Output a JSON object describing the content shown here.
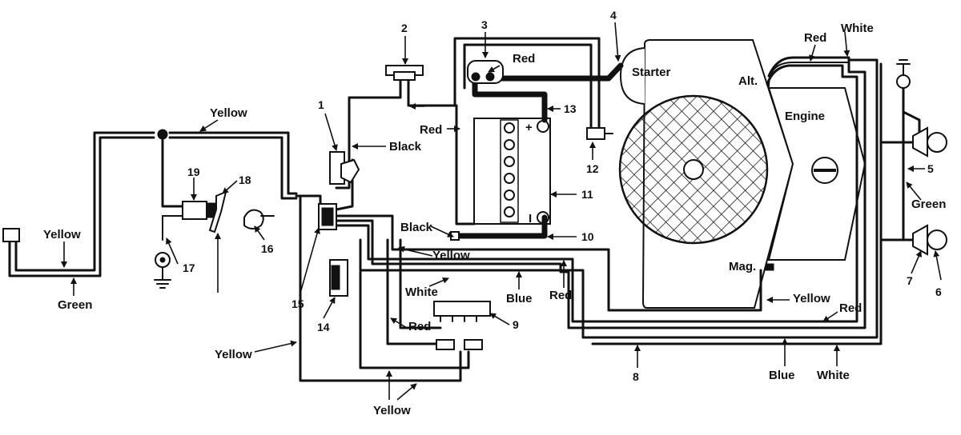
{
  "callouts": {
    "c1": "1",
    "c2": "2",
    "c3": "3",
    "c4": "4",
    "c5": "5",
    "c6": "6",
    "c7": "7",
    "c8": "8",
    "c9": "9",
    "c10": "10",
    "c11": "11",
    "c12": "12",
    "c13": "13",
    "c14": "14",
    "c15": "15",
    "c16": "16",
    "c17": "17",
    "c18": "18",
    "c19": "19"
  },
  "wire_labels": {
    "yellow_top": "Yellow",
    "yellow_left": "Yellow",
    "green_left": "Green",
    "black_switch": "Black",
    "red_left": "Red",
    "red_solenoid": "Red",
    "black_battery": "Black",
    "yellow_mid": "Yellow",
    "white_mid": "White",
    "blue_mid": "Blue",
    "red_mid": "Red",
    "red_lower": "Red",
    "yellow_lower_left": "Yellow",
    "yellow_bottom": "Yellow",
    "yellow_mag": "Yellow",
    "red_right": "Red",
    "blue_bottom": "Blue",
    "white_bottom": "White",
    "red_top_right": "Red",
    "white_top_right": "White",
    "green_right": "Green"
  },
  "engine_labels": {
    "starter": "Starter",
    "alt": "Alt.",
    "engine": "Engine",
    "mag": "Mag."
  },
  "battery_terminals": {
    "positive": "+",
    "negative": "I"
  },
  "colors": {
    "ink": "#111111",
    "paper": "#ffffff"
  }
}
